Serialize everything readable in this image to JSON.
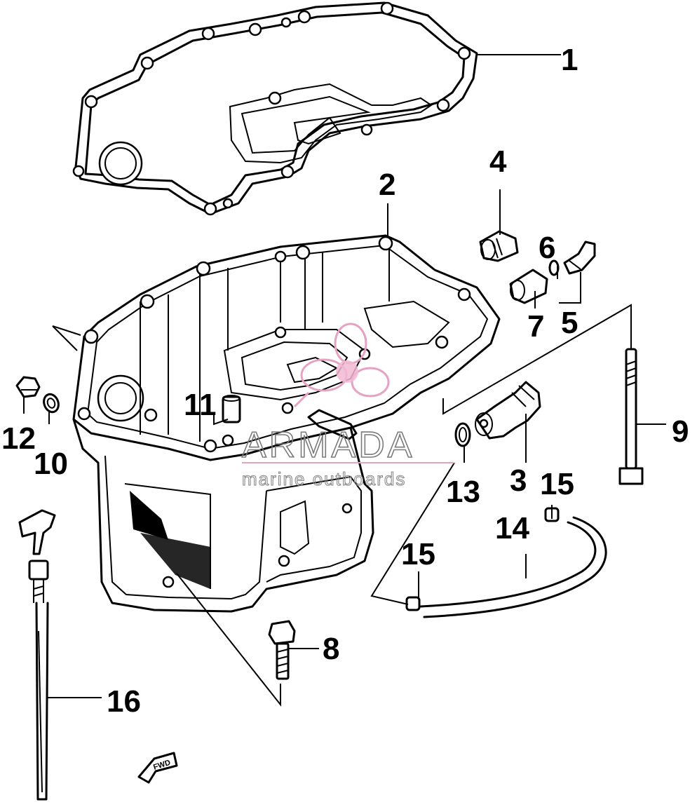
{
  "callouts": {
    "c1": "1",
    "c2": "2",
    "c3": "3",
    "c4": "4",
    "c5": "5",
    "c6": "6",
    "c7": "7",
    "c8": "8",
    "c9": "9",
    "c10": "10",
    "c11": "11",
    "c12": "12",
    "c13": "13",
    "c14": "14",
    "c15a": "15",
    "c15b": "15",
    "c16": "16"
  },
  "watermark": {
    "title": "ARMADA",
    "subtitle": "marine outboards",
    "accent_color": "#e6a2c3"
  },
  "front_marker": {
    "label": "FWD"
  }
}
